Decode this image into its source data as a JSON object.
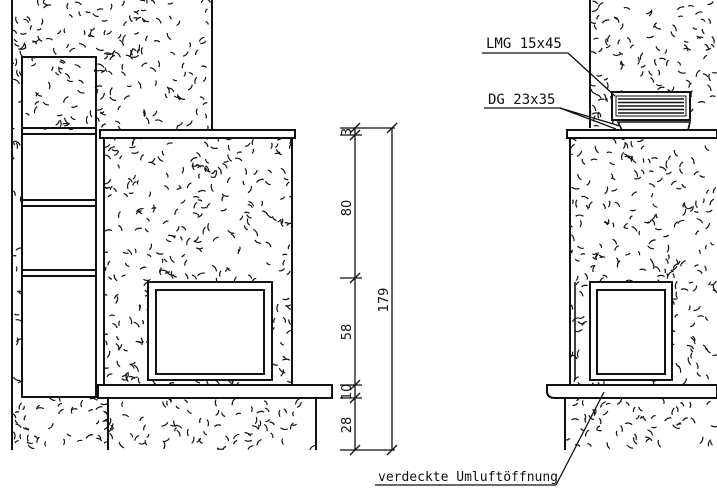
{
  "labels": {
    "grille": "LMG 15x45",
    "cover": "DG 23x35",
    "hidden_opening": "verdeckte Umluftöffnung"
  },
  "dimensions": {
    "top": "3",
    "upper": "80",
    "door": "58",
    "hearth": "10",
    "base": "28",
    "total": "179"
  }
}
